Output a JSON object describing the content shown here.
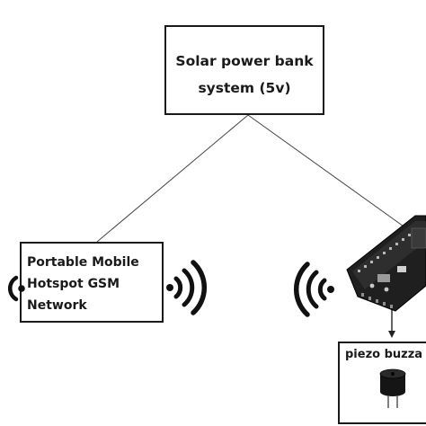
{
  "solar_box": {
    "line1": "Solar power bank",
    "line2": "system (5v)"
  },
  "hotspot_box": {
    "line1": "Portable Mobile",
    "line2": "Hotspot GSM",
    "line3": "Network"
  },
  "buzzer_box": {
    "label": "piezo buzza"
  },
  "icons": {
    "signal_left": "wifi-signal-icon",
    "signal_right": "wifi-signal-icon",
    "signal_board": "wifi-signal-icon",
    "board": "esp32-board-icon",
    "buzzer": "piezo-buzzer-icon"
  }
}
